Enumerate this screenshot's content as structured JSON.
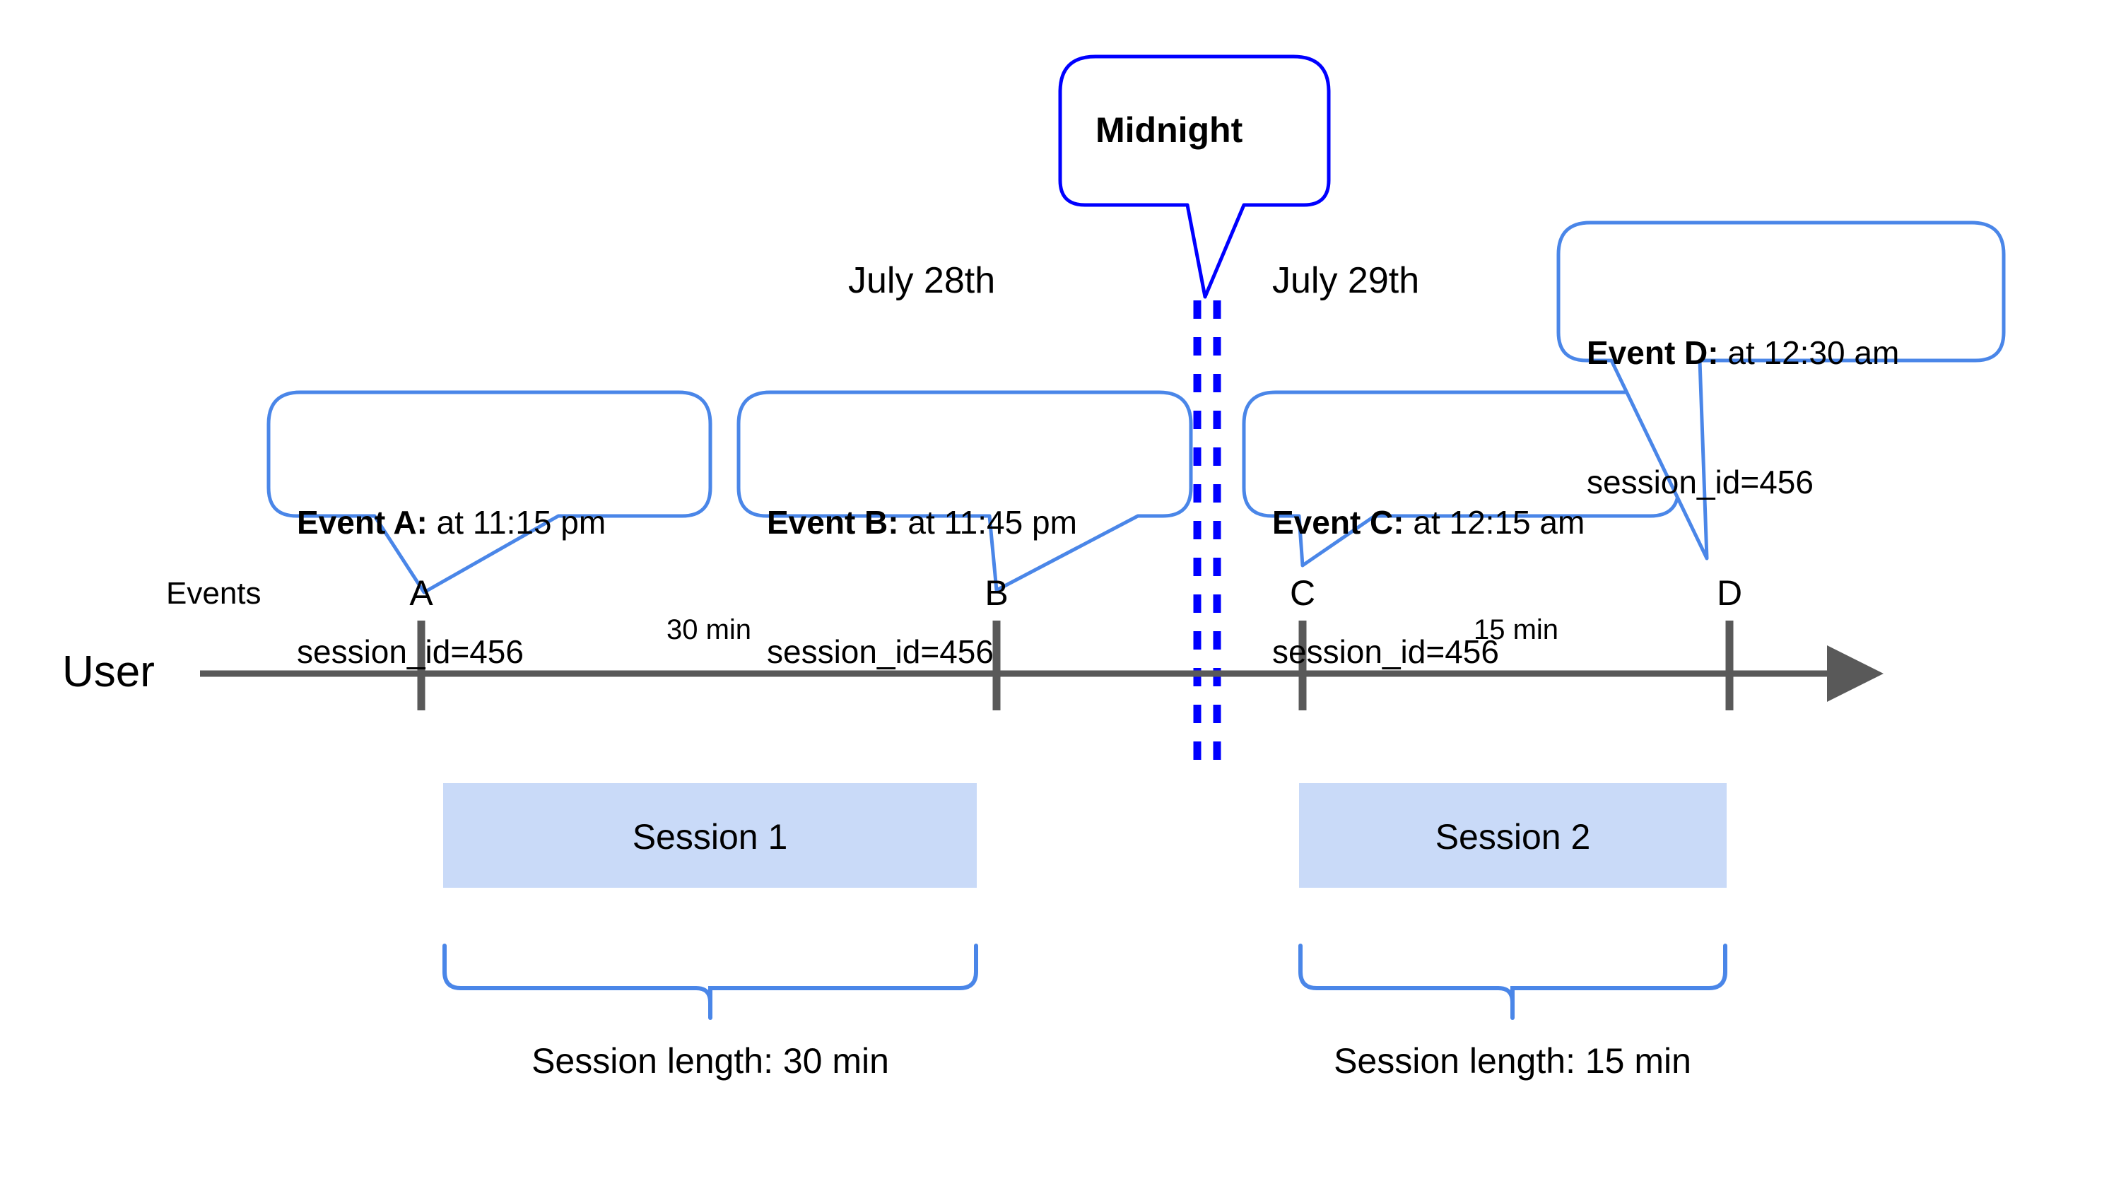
{
  "diagram": {
    "title_note": "Sessionization across midnight timeline",
    "colors": {
      "callout_border": "#4A86E8",
      "midnight_border": "#0000FF",
      "midnight_dash": "#0000FF",
      "axis": "#595959",
      "tick": "#595959",
      "session_fill": "#C9DAF8",
      "brace": "#4A86E8",
      "text": "#000000"
    },
    "row_labels": {
      "user": "User",
      "events": "Events"
    },
    "dates": [
      {
        "text": "July 28th"
      },
      {
        "text": "July 29th"
      }
    ],
    "midnight": {
      "label": "Midnight"
    },
    "events": [
      {
        "letter": "A",
        "bold": "Event A:",
        "rest": " at 11:15 pm",
        "line2": "session_id=456"
      },
      {
        "letter": "B",
        "bold": "Event B:",
        "rest": " at 11:45 pm",
        "line2": "session_id=456"
      },
      {
        "letter": "C",
        "bold": "Event C:",
        "rest": " at 12:15 am",
        "line2": "session_id=456"
      },
      {
        "letter": "D",
        "bold": "Event D:",
        "rest": " at 12:30 am",
        "line2": "session_id=456"
      }
    ],
    "intervals": [
      {
        "text": "30 min"
      },
      {
        "text": "15 min"
      }
    ],
    "sessions": [
      {
        "label": "Session 1",
        "length_label": "Session length: 30 min"
      },
      {
        "label": "Session 2",
        "length_label": "Session length: 15 min"
      }
    ]
  },
  "chart_data": {
    "type": "timeline",
    "title": "Sessionization across midnight",
    "axis_label": "User",
    "lane_label": "Events",
    "day_boundary": {
      "label": "Midnight",
      "between": [
        "July 28th",
        "July 29th"
      ]
    },
    "events": [
      {
        "id": "A",
        "time": "11:15 pm",
        "date": "July 28th",
        "session_id": 456
      },
      {
        "id": "B",
        "time": "11:45 pm",
        "date": "July 28th",
        "session_id": 456
      },
      {
        "id": "C",
        "time": "12:15 am",
        "date": "July 29th",
        "session_id": 456
      },
      {
        "id": "D",
        "time": "12:30 am",
        "date": "July 29th",
        "session_id": 456
      }
    ],
    "gaps": [
      {
        "from": "A",
        "to": "B",
        "label": "30 min",
        "minutes": 30
      },
      {
        "from": "C",
        "to": "D",
        "label": "15 min",
        "minutes": 15
      }
    ],
    "sessions": [
      {
        "name": "Session 1",
        "events": [
          "A",
          "B"
        ],
        "length_label": "Session length: 30 min",
        "length_minutes": 30
      },
      {
        "name": "Session 2",
        "events": [
          "C",
          "D"
        ],
        "length_label": "Session length: 15 min",
        "length_minutes": 15
      }
    ]
  }
}
